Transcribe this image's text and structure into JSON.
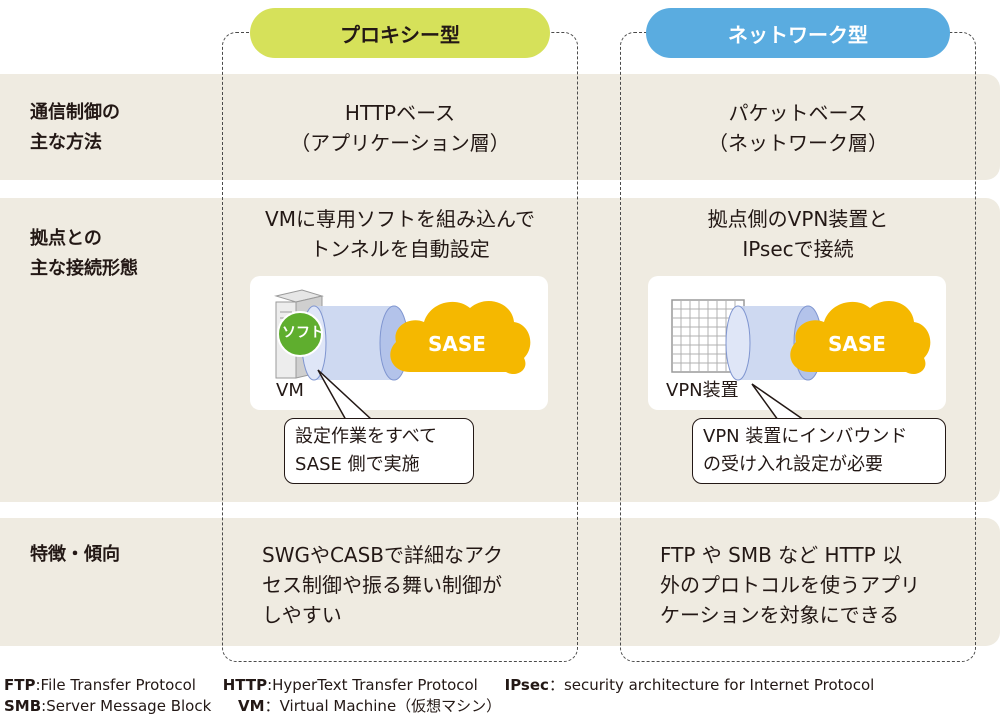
{
  "columns": {
    "proxy": "プロキシー型",
    "network": "ネットワーク型"
  },
  "rows": {
    "control": {
      "label_line1": "通信制御の",
      "label_line2": "主な方法",
      "proxy_line1": "HTTPベース",
      "proxy_line2": "（アプリケーション層）",
      "network_line1": "パケットベース",
      "network_line2": "（ネットワーク層）"
    },
    "connection": {
      "label_line1": "拠点との",
      "label_line2": "主な接続形態",
      "proxy_line1": "VMに専用ソフトを組み込んで",
      "proxy_line2": "トンネルを自動設定",
      "network_line1": "拠点側のVPN装置と",
      "network_line2": "IPsecで接続"
    },
    "feature": {
      "label": "特徴・傾向",
      "proxy_line1": "SWGやCASBで詳細なアク",
      "proxy_line2": "セス制御や振る舞い制御が",
      "proxy_line3": "しやすい",
      "network_line1": "FTP や SMB など HTTP 以",
      "network_line2": "外のプロトコルを使うアプリ",
      "network_line3": "ケーションを対象にできる"
    }
  },
  "diagram": {
    "sase": "SASE",
    "soft": "ソフト",
    "vm": "VM",
    "vpn_device": "VPN装置",
    "proxy_callout_line1": "設定作業をすべて",
    "proxy_callout_line2": "SASE 側で実施",
    "network_callout_line1": "VPN 装置にインバウンド",
    "network_callout_line2": "の受け入れ設定が必要"
  },
  "glossary": {
    "ftp_term": "FTP",
    "ftp_def": ":File Transfer Protocol",
    "http_term": "HTTP",
    "http_def": ":HyperText Transfer Protocol",
    "ipsec_term": "IPsec",
    "ipsec_def": "：security architecture for Internet Protocol",
    "smb_term": "SMB",
    "smb_def": ":Server Message Block",
    "vm_term": "VM",
    "vm_def": "：Virtual Machine（仮想マシン）"
  },
  "colors": {
    "proxy_pill": "#d6e15a",
    "network_pill": "#5aace0",
    "sase_cloud": "#f5b800",
    "band": "#efebe1",
    "soft_badge": "#5fae2e"
  }
}
